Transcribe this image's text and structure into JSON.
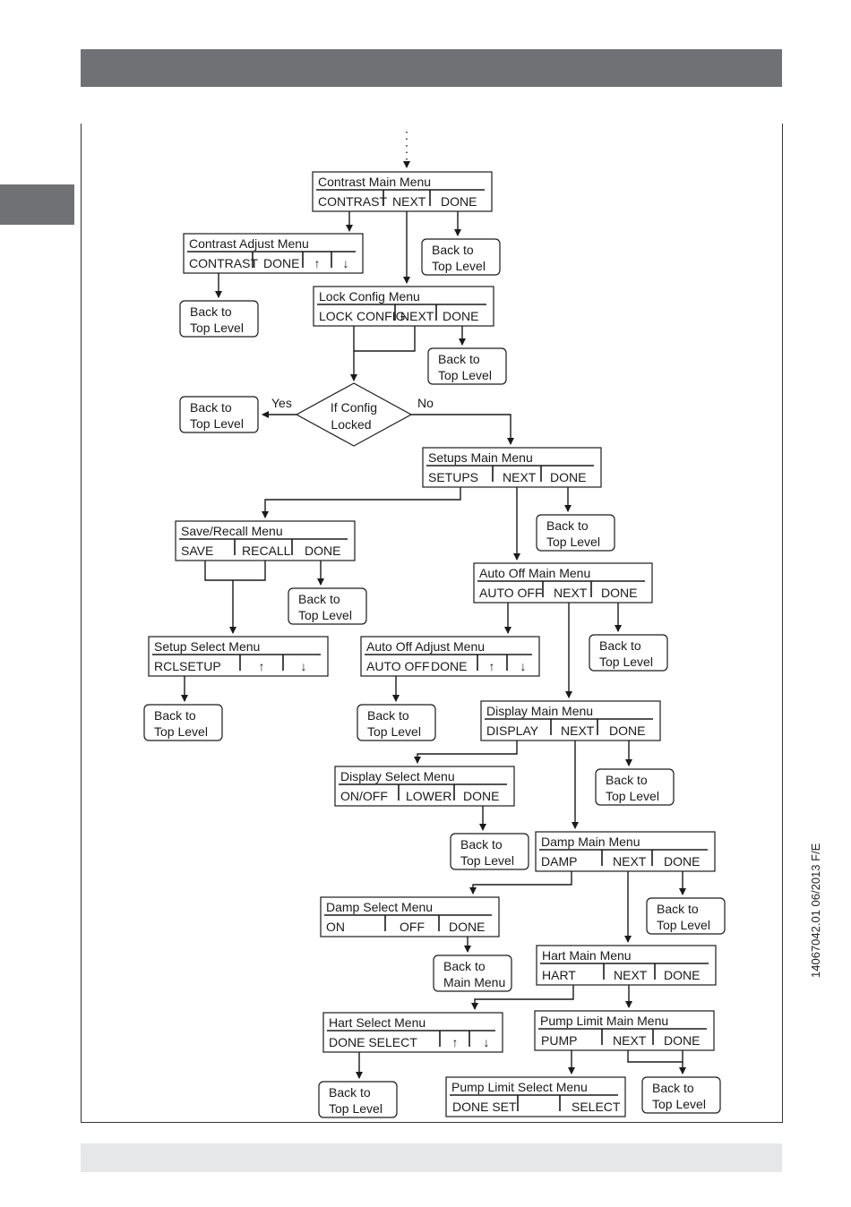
{
  "doc_ref": "14067042.01 06/2013 F/E",
  "back_top_1": "Back to",
  "back_top_2": "Top Level",
  "back_main_1": "Back to",
  "back_main_2": "Main Menu",
  "decision": {
    "line1": "If Config",
    "line2": "Locked",
    "yes": "Yes",
    "no": "No"
  },
  "menus": {
    "contrast_main": {
      "title": "Contrast  Main Menu",
      "items": [
        "CONTRAST",
        "NEXT",
        "DONE"
      ]
    },
    "contrast_adjust": {
      "title": "Contrast Adjust Menu",
      "items": [
        "CONTRAST",
        "DONE",
        "↑",
        "↓"
      ]
    },
    "lock_config": {
      "title": "Lock Config  Menu",
      "items": [
        "LOCK CONFIG",
        "NEXT",
        "DONE"
      ]
    },
    "setups_main": {
      "title": "Setups Main Menu",
      "items": [
        "SETUPS",
        "NEXT",
        "DONE"
      ]
    },
    "save_recall": {
      "title": "Save/Recall Menu",
      "items": [
        "SAVE",
        "RECALL",
        "DONE"
      ]
    },
    "auto_off_main": {
      "title": "Auto Off Main Menu",
      "items": [
        "AUTO OFF",
        "NEXT",
        "DONE"
      ]
    },
    "setup_select": {
      "title": "Setup Select Menu",
      "items": [
        "RCLSETUP",
        "↑",
        "↓"
      ]
    },
    "auto_off_adjust": {
      "title": "Auto Off Adjust Menu",
      "items": [
        "AUTO OFF",
        "DONE",
        "↑",
        "↓"
      ]
    },
    "display_main": {
      "title": "Display Main Menu",
      "items": [
        "DISPLAY",
        "NEXT",
        "DONE"
      ]
    },
    "display_select": {
      "title": "Display Select Menu",
      "items": [
        "ON/OFF",
        "LOWER",
        "DONE"
      ]
    },
    "damp_main": {
      "title": "Damp Main Menu",
      "items": [
        "DAMP",
        "NEXT",
        "DONE"
      ]
    },
    "damp_select": {
      "title": "Damp Select Menu",
      "items": [
        "ON",
        "OFF",
        "DONE"
      ]
    },
    "hart_main": {
      "title": "Hart Main Menu",
      "items": [
        "HART",
        "NEXT",
        "DONE"
      ]
    },
    "hart_select": {
      "title": "Hart Select Menu",
      "items": [
        "DONE SELECT",
        "↑",
        "↓"
      ]
    },
    "pump_limit_main": {
      "title": "Pump Limit Main Menu",
      "items": [
        "PUMP",
        "NEXT",
        "DONE"
      ]
    },
    "pump_limit_select": {
      "title": "Pump Limit Select Menu",
      "items": [
        "DONE SET",
        "",
        "SELECT"
      ]
    }
  }
}
